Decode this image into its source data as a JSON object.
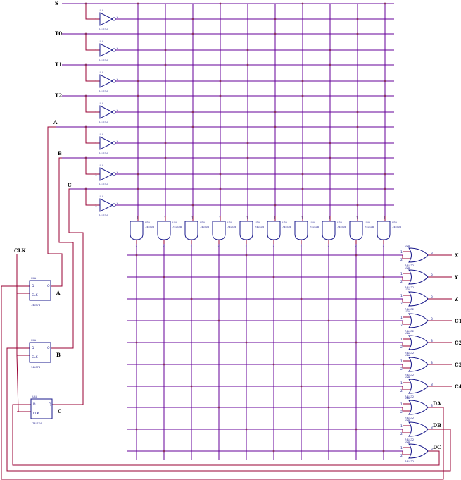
{
  "inputs": [
    {
      "label": "S"
    },
    {
      "label": "T0"
    },
    {
      "label": "T1"
    },
    {
      "label": "T2"
    },
    {
      "label": "A"
    },
    {
      "label": "B"
    },
    {
      "label": "C"
    }
  ],
  "clock_label": "CLK",
  "inverter_part": "74LS04",
  "inverter_ref": "U1A",
  "and_part": "74LS08",
  "and_ref": "U3A",
  "or_part": "74LS32",
  "or_ref": "U2A",
  "ff_part": "74LS74",
  "ff_ref": "U4A",
  "ff_pins": {
    "d": "D",
    "q": "Q",
    "clk": "CLK"
  },
  "flipflops": [
    {
      "out": "A"
    },
    {
      "out": "B"
    },
    {
      "out": "C"
    }
  ],
  "outputs": [
    {
      "label": "X"
    },
    {
      "label": "Y"
    },
    {
      "label": "Z"
    },
    {
      "label": "C1"
    },
    {
      "label": "C2"
    },
    {
      "label": "C3"
    },
    {
      "label": "C4"
    },
    {
      "label": "DA"
    },
    {
      "label": "DB"
    },
    {
      "label": "DC"
    }
  ],
  "and_gate_count": 10
}
